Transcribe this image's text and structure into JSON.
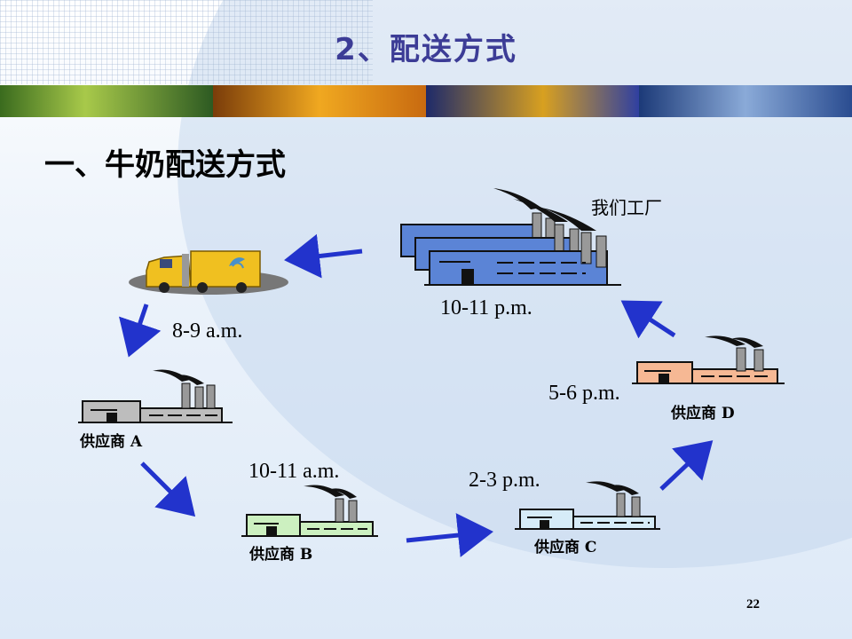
{
  "slide": {
    "title": "2、配送方式",
    "heading": "一、牛奶配送方式",
    "page_number": "22"
  },
  "nodes": {
    "factory": {
      "label": "我们工厂",
      "time": "10-11 p.m."
    },
    "truck": {
      "time": "8-9 a.m."
    },
    "supplier_a": {
      "label": "供应商  A"
    },
    "supplier_b": {
      "label": "供应商  B",
      "time": "10-11 a.m."
    },
    "supplier_c": {
      "label": "供应商  C",
      "time": "2-3 p.m."
    },
    "supplier_d": {
      "label": "供应商  D",
      "time": "5-6 p.m."
    }
  },
  "colors": {
    "title": "#3c3c96",
    "arrow": "#2233cc",
    "factory_fill": "#5b84d6",
    "supplier_a_fill": "#bdbdbd",
    "supplier_b_fill": "#ccf0c0",
    "supplier_c_fill": "#d6ecf8",
    "supplier_d_fill": "#f6b894",
    "truck_fill": "#f0c020"
  }
}
